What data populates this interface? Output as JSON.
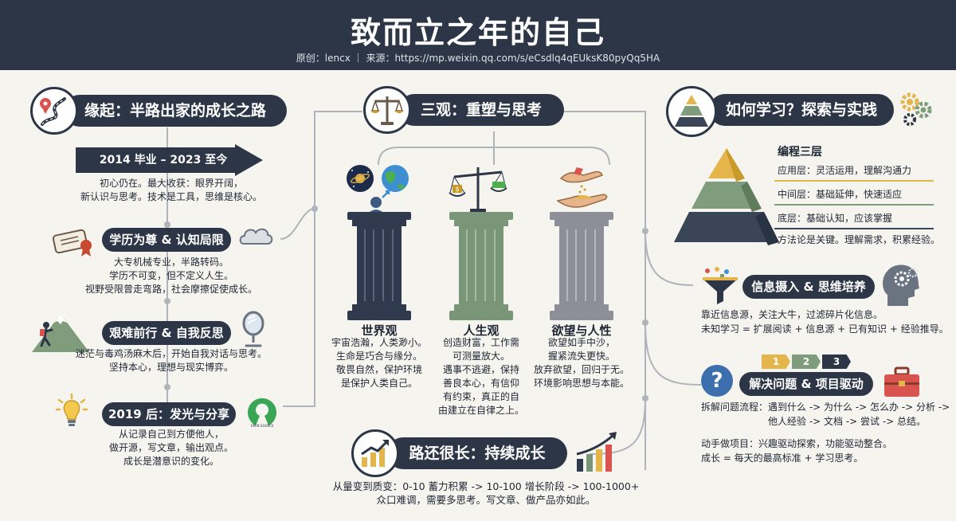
{
  "header": {
    "title": "致而立之年的自己",
    "subtitle": "原创：lencx ｜ 来源：https://mp.weixin.qq.com/s/eCsdlq4qEUksK80pyQq5HA"
  },
  "left": {
    "title": "缘起：半路出家的成长之路",
    "timeline_label": "2014 毕业 – 2023 至今",
    "timeline_text": [
      "初心仍在。最大收获：眼界开阔，",
      "新认识与思考。技术是工具，思维是核心。"
    ],
    "items": [
      {
        "label": "学历为尊 & 认知局限",
        "text": [
          "大专机械专业，半路转码。",
          "学历不可变，但不定义人生。",
          "视野受限曾走弯路，社会摩擦促使成长。"
        ]
      },
      {
        "label": "艰难前行 & 自我反思",
        "text": [
          "迷茫与毒鸡汤麻木后，开始自我对话与思考。",
          "坚持本心，理想与现实博弈。"
        ]
      },
      {
        "label": "2019 后：发光与分享",
        "text": [
          "从记录自己到方便他人，",
          "做开源，写文章，输出观点。",
          "成长是潜意识的变化。"
        ]
      }
    ],
    "osi_caption": "OPEN SOURCE"
  },
  "middle": {
    "title": "三观：重塑与思考",
    "pillars": [
      {
        "name": "世界观",
        "text": [
          "宇宙浩瀚，人类渺小。",
          "生命是巧合与缘分。",
          "敬畏自然，保护环境",
          "是保护人类自己。"
        ],
        "color": "#2f3a4e"
      },
      {
        "name": "人生观",
        "text": [
          "创造财富，工作需",
          "可测量放大。",
          "遇事不逃避，保持",
          "善良本心，有信仰",
          "有约束，真正的自",
          "由建立在自律之上。"
        ],
        "color": "#7a9679"
      },
      {
        "name": "欲望与人性",
        "text": [
          "欲望如手中沙，",
          "握紧流失更快。",
          "放弃欲望，回归于无。",
          "环境影响思想与本能。"
        ],
        "color": "#8c8f97"
      }
    ]
  },
  "bottom": {
    "title": "路还很长：持续成长",
    "text": [
      "从量变到质变：0-10 蓄力积累 -> 10-100 增长阶段 -> 100-1000+",
      "众口难调，需要多思考。写文章、做产品亦如此。"
    ]
  },
  "right": {
    "title": "如何学习？探索与实践",
    "pyramid_title": "编程三层",
    "tiers": [
      {
        "text": "应用层：灵活运用，理解沟通力",
        "color": "#e3b54a"
      },
      {
        "text": "中间层：基础延伸，快速适应",
        "color": "#7f9d7c"
      },
      {
        "text": "底层：基础认知，应该掌握",
        "color": "#3a4558"
      }
    ],
    "method_text": "方法论是关键。理解需求，积累经验。",
    "info_label": "信息摄入 & 思维培养",
    "info_text": [
      "靠近信息源，关注大牛，过滤碎片化信息。",
      "未知学习 = 扩展阅读 + 信息源 + 已有知识 + 经验推导。"
    ],
    "steps": [
      "1",
      "2",
      "3"
    ],
    "solve_label": "解决问题 & 项目驱动",
    "solve_text": [
      "拆解问题流程：遇到什么 -> 为什么 -> 怎么办 -> 分析 ->",
      "他人经验 -> 文档 -> 尝试 -> 总结。"
    ],
    "project_text": [
      "动手做项目：兴趣驱动探索，功能驱动整合。",
      "成长 = 每天的最高标准 + 学习思考。"
    ]
  }
}
